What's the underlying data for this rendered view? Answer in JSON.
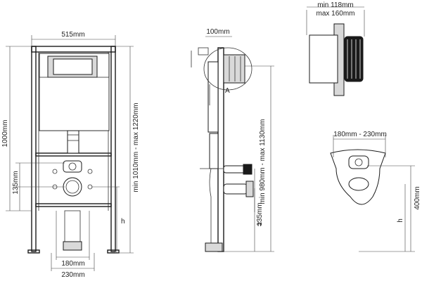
{
  "labels": {
    "front_width": "515mm",
    "front_height": "1000mm",
    "front_outlet_height": "135mm",
    "front_frame_height": "min 1010mm - max 1220mm",
    "front_h": "h",
    "bottom_180": "180mm",
    "bottom_230": "230mm",
    "side_depth": "100mm",
    "side_height": "min 980mm - max 1130mm",
    "side_outlet_height": "135mm",
    "side_h": "h",
    "side_detail_letter": "A",
    "button_min": "min 118mm",
    "button_max": "max 160mm",
    "bowl_spacing": "180mm - 230mm",
    "bowl_height": "400mm",
    "bowl_h": "h"
  },
  "colors": {
    "line": "#1a1a1a",
    "panel": "#d9d9d9",
    "background": "#ffffff"
  }
}
